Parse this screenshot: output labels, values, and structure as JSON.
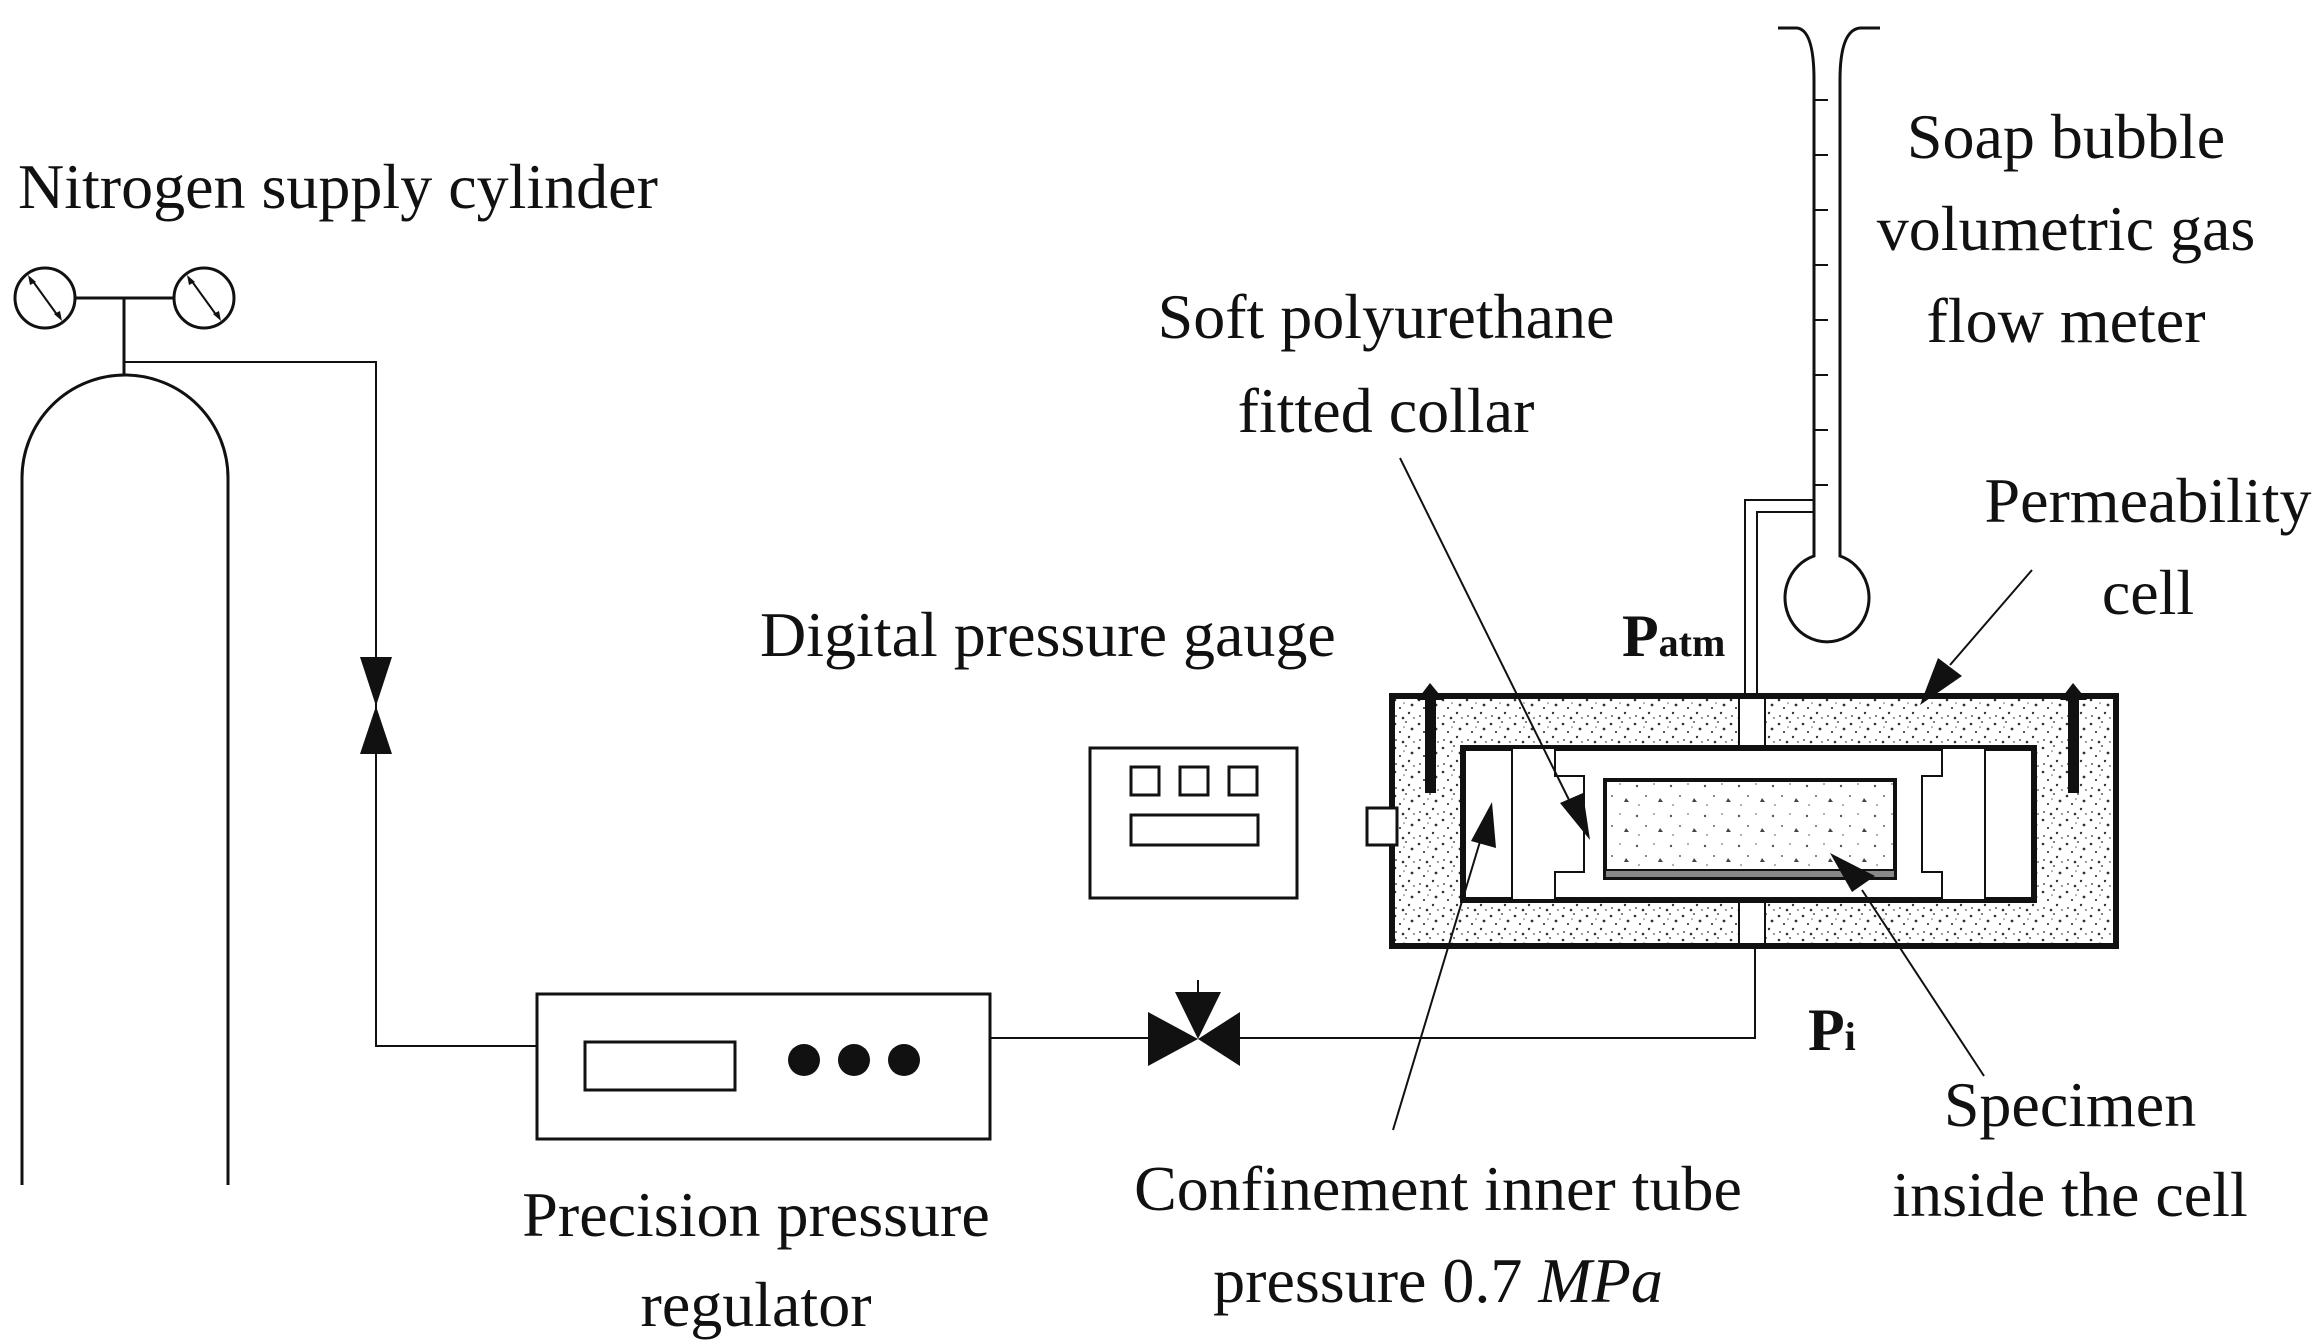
{
  "labels": {
    "nitrogen_cylinder": "Nitrogen supply cylinder",
    "soap_bubble_line1": "Soap bubble",
    "soap_bubble_line2": "volumetric gas",
    "soap_bubble_line3": "flow meter",
    "collar_line1": "Soft polyurethane",
    "collar_line2": "fitted collar",
    "permeability_line1": "Permeability",
    "permeability_line2": "cell",
    "digital_gauge": "Digital pressure gauge",
    "p_atm_main": "P",
    "p_atm_sub": "atm",
    "p_i_main": "P",
    "p_i_sub": "i",
    "regulator_line1": "Precision pressure",
    "regulator_line2": "regulator",
    "confinement_line1": "Confinement inner tube",
    "confinement_line2_prefix": "pressure 0.7 ",
    "confinement_line2_unit": "MPa",
    "specimen_line1": "Specimen",
    "specimen_line2": "inside the cell"
  },
  "colors": {
    "ink": "#111111",
    "background": "#ffffff"
  }
}
